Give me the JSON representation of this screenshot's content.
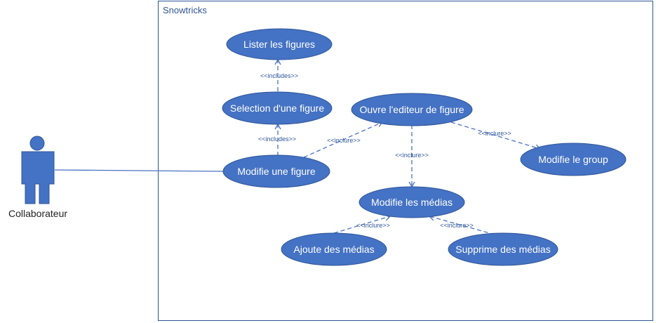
{
  "system": {
    "title": "Snowtricks"
  },
  "actor": {
    "name": "Collaborateur"
  },
  "use_cases": {
    "lister": "Lister les figures",
    "selection": "Selection d'une figure",
    "modifie_figure": "Modifie une figure",
    "ouvre_editeur": "Ouvre l'editeur de figure",
    "modifie_group": "Modifie le group",
    "modifie_medias": "Modifie les médias",
    "ajoute_medias": "Ajoute des médias",
    "supprime_medias": "Supprime des médias"
  },
  "relations": {
    "selection_to_lister": "<<includes>>",
    "modifie_to_selection": "<<includes>>",
    "modifie_to_editeur": "<<inclure>>",
    "editeur_to_group": "<<inclure>>",
    "editeur_to_medias": "<<inclure>>",
    "ajoute_to_medias": "<<inclure>>",
    "supprime_to_medias": "<<inclure>>"
  },
  "colors": {
    "use_case_fill": "#4472c4",
    "line": "#4a72c4",
    "text_on_use_case": "#ffffff"
  }
}
